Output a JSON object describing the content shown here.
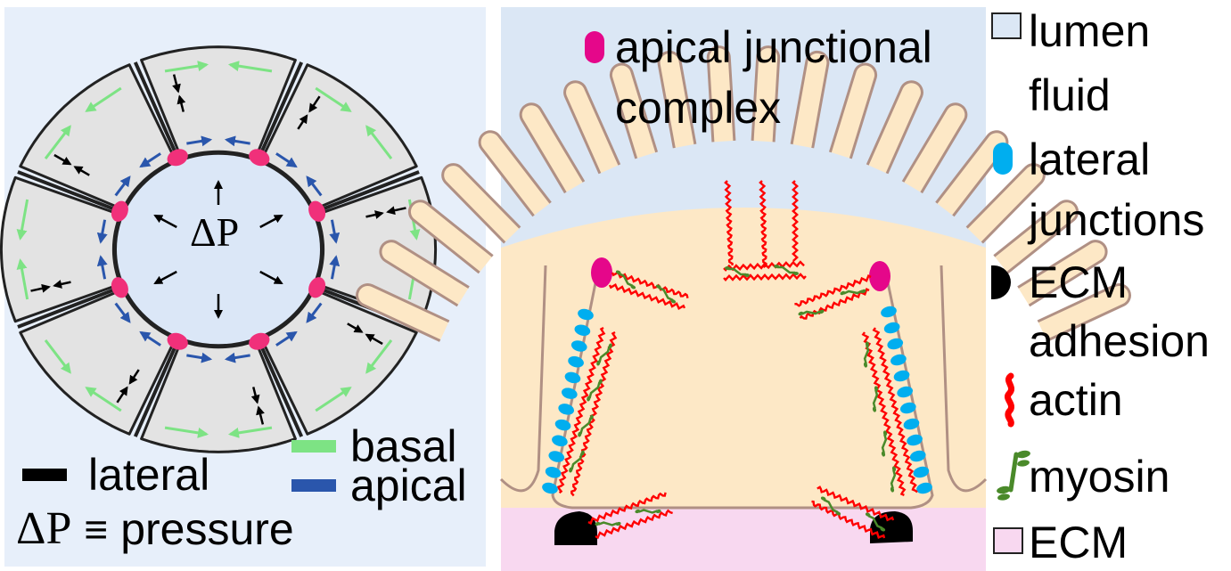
{
  "left_panel": {
    "center_label": "ΔP",
    "legend": {
      "basal": {
        "label": "basal",
        "color": "#7de384"
      },
      "apical": {
        "label": "apical",
        "color": "#2a56ac"
      },
      "lateral": {
        "label": "lateral",
        "color": "#000000"
      },
      "pressure": {
        "symbol": "ΔP",
        "equiv": "≡",
        "label": "pressure"
      }
    },
    "colors": {
      "background": "#e7effa",
      "cell_fill": "#e3e3e3",
      "lumen_fill": "#dbe7f7",
      "junction": "#f0307a"
    },
    "cell_count": 8
  },
  "right_panel": {
    "apical_complex_label_line1": "apical junctional",
    "apical_complex_label_line2": "complex",
    "colors": {
      "lumen": "#dbe7f5",
      "cytoplasm": "#fde8c6",
      "membrane": "#b09084",
      "ecm": "#f8d8f0",
      "apical_junction": "#e5078a",
      "lateral_junction": "#00aeef",
      "ecm_adhesion": "#000000",
      "actin": "#ff0000",
      "myosin": "#4a8a2a"
    }
  },
  "legend": [
    {
      "key": "lumen",
      "line1": "lumen",
      "line2": "fluid",
      "icon": "lumen-swatch"
    },
    {
      "key": "lateral",
      "line1": "lateral",
      "line2": "junctions",
      "icon": "lateral-junction-icon"
    },
    {
      "key": "ecm_adhesion",
      "line1": "ECM",
      "line2": "adhesion",
      "icon": "ecm-adhesion-icon"
    },
    {
      "key": "actin",
      "line1": "actin",
      "icon": "actin-icon"
    },
    {
      "key": "myosin",
      "line1": "myosin",
      "icon": "myosin-icon"
    },
    {
      "key": "ecm",
      "line1": "ECM",
      "icon": "ecm-swatch"
    }
  ]
}
